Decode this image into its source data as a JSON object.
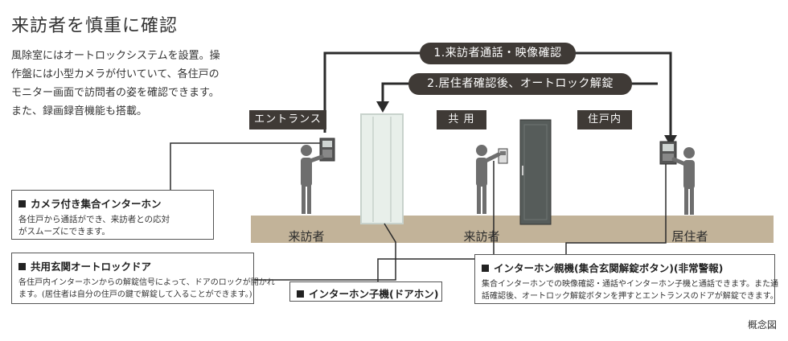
{
  "title": "来訪者を慎重に確認",
  "description_lines": [
    "風除室にはオートロックシステムを設置。操",
    "作盤には小型カメラが付いていて、各住戸の",
    "モニター画面で訪問者の姿を確認できます。",
    "また、録画録音機能も搭載。"
  ],
  "zones": {
    "entrance": "エントランス",
    "common": "共 用",
    "unit": "住戸内"
  },
  "callouts": {
    "step1": "1.来訪者通話・映像確認",
    "step2": "2.居住者確認後、オートロック解錠"
  },
  "people": {
    "visitor1": "来訪者",
    "visitor2": "来訪者",
    "resident": "居住者"
  },
  "boxes": {
    "camera_panel": {
      "heading": "カメラ付き集合インターホン",
      "lines": [
        "各住戸から通話ができ、来訪者との応対",
        "がスムーズにできます。"
      ]
    },
    "autolock_door": {
      "heading": "共用玄関オートロックドア",
      "lines": [
        "各住戸内インターホンからの解錠信号によって、ドアのロックが開かれ",
        "ます。(居住者は自分の住戸の鍵で解錠して入ることができます。)"
      ]
    },
    "door_phone": {
      "heading": "インターホン子機(ドアホン)"
    },
    "master_unit": {
      "heading": "インターホン親機(集合玄関解錠ボタン)(非常警報)",
      "lines": [
        "集合インターホンでの映像確認・通話やインターホン子機と通話できます。また通",
        "話確認後、オートロック解錠ボタンを押すとエントランスのドアが解錠できます。"
      ]
    }
  },
  "note": "概念図",
  "colors": {
    "dark": "#3f3a36",
    "floor": "#c2b399",
    "figure": "#6e6e6e",
    "door_glass": "#e8efea",
    "unit_door": "#565c5a"
  }
}
